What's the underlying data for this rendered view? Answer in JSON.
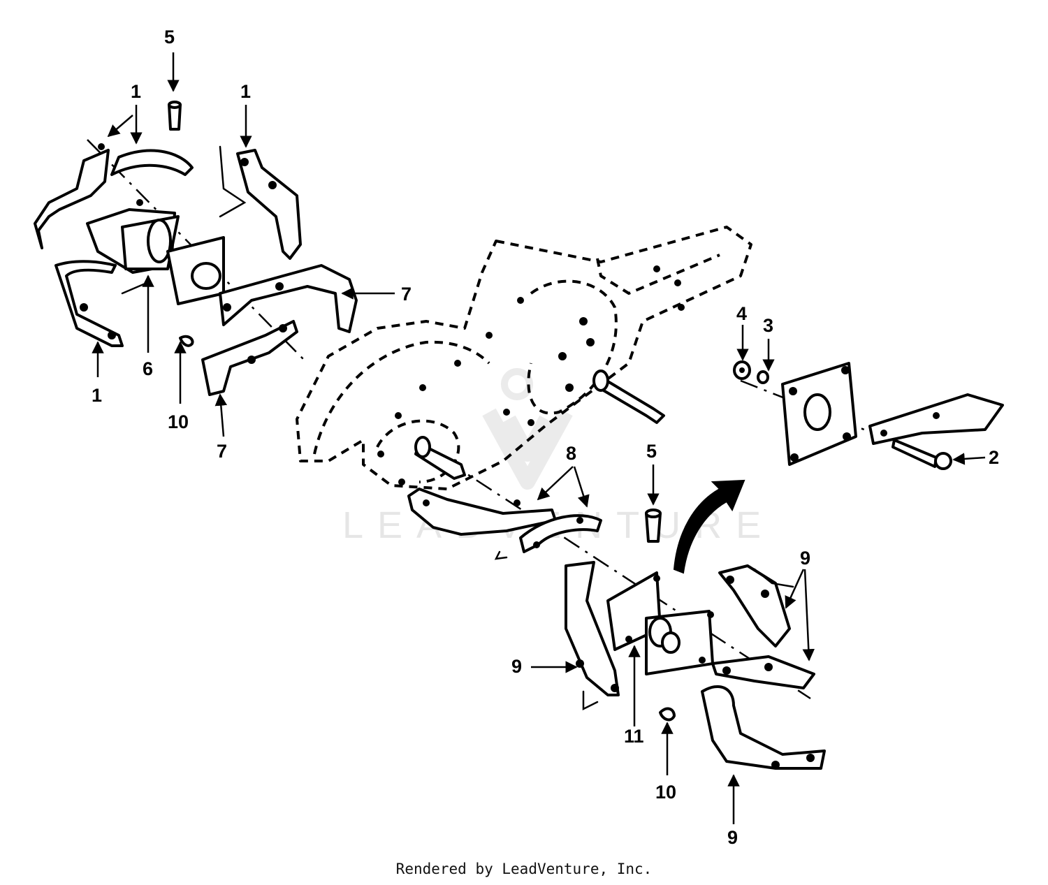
{
  "watermark": {
    "text": "LEADVENTURE"
  },
  "callouts": [
    {
      "id": "c1a",
      "text": "1"
    },
    {
      "id": "c1b",
      "text": "1"
    },
    {
      "id": "c1c",
      "text": "1"
    },
    {
      "id": "c5a",
      "text": "5"
    },
    {
      "id": "c6",
      "text": "6"
    },
    {
      "id": "c10a",
      "text": "10"
    },
    {
      "id": "c7a",
      "text": "7"
    },
    {
      "id": "c7b",
      "text": "7"
    },
    {
      "id": "c4",
      "text": "4"
    },
    {
      "id": "c3",
      "text": "3"
    },
    {
      "id": "c2",
      "text": "2"
    },
    {
      "id": "c8",
      "text": "8"
    },
    {
      "id": "c5b",
      "text": "5"
    },
    {
      "id": "c9a",
      "text": "9"
    },
    {
      "id": "c9b",
      "text": "9"
    },
    {
      "id": "c9c",
      "text": "9"
    },
    {
      "id": "c11",
      "text": "11"
    },
    {
      "id": "c10b",
      "text": "10"
    }
  ],
  "footer": {
    "credit": "Rendered by LeadVenture, Inc."
  }
}
